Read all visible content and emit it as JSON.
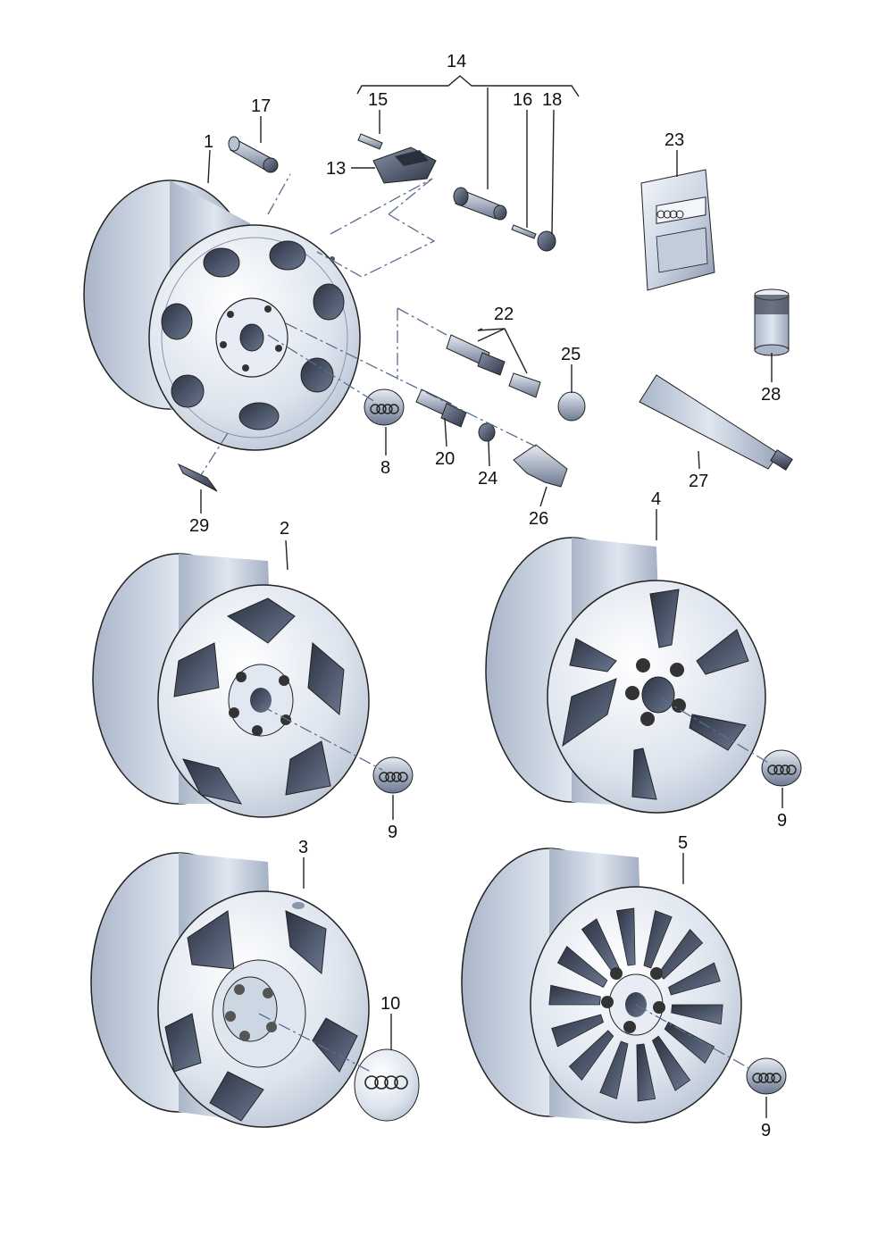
{
  "callouts": {
    "c1": "1",
    "c2": "2",
    "c3": "3",
    "c4": "4",
    "c5": "5",
    "c8": "8",
    "c9a": "9",
    "c9b": "9",
    "c9c": "9",
    "c10": "10",
    "c13": "13",
    "c14": "14",
    "c15": "15",
    "c16": "16",
    "c17": "17",
    "c18": "18",
    "c20": "20",
    "c22": "22",
    "c23": "23",
    "c24": "24",
    "c25": "25",
    "c26": "26",
    "c27": "27",
    "c28": "28",
    "c29": "29"
  },
  "colors": {
    "metal_light": "#e9eef6",
    "metal_mid": "#c4cede",
    "metal_dark": "#7d8aa3",
    "shadow": "#3a4356",
    "outline": "#222222"
  }
}
